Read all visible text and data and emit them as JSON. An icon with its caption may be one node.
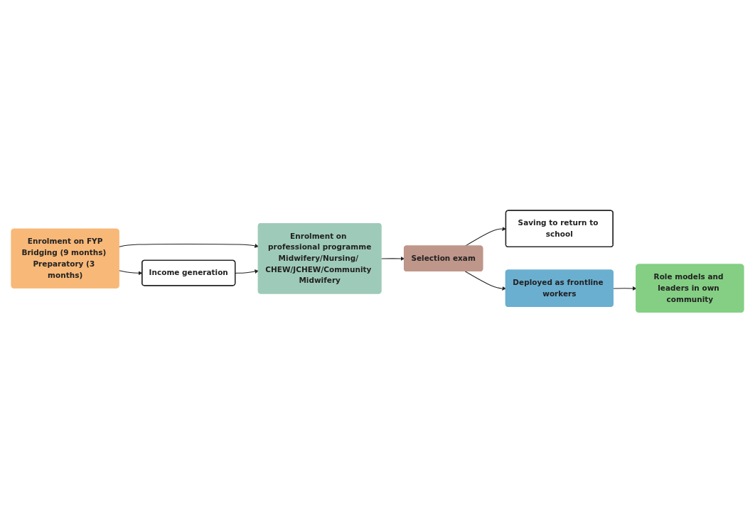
{
  "diagram": {
    "nodes": [
      {
        "text": [
          "Enrolment on FYP",
          "Bridging (9 months) Preparatory (3 months)"
        ]
      },
      {
        "text": [
          "Income generation"
        ]
      },
      {
        "text": [
          "Enrolment on professional programme",
          "Midwifery/Nursing/ CHEW/JCHEW/Community Midwifery"
        ]
      },
      {
        "text": [
          "Selection exam"
        ]
      },
      {
        "text": [
          "Saving to return to school"
        ]
      },
      {
        "text": [
          "Deployed as frontline workers"
        ]
      },
      {
        "text": [
          "Role models and leaders in own community"
        ]
      }
    ],
    "edges": [
      {
        "from": 0,
        "to": 1,
        "arrow": "to"
      },
      {
        "from": 0,
        "to": 2,
        "arrow": "to"
      },
      {
        "from": 1,
        "to": 2,
        "arrow": "to"
      },
      {
        "from": 2,
        "to": 3,
        "arrow": "to"
      },
      {
        "from": 3,
        "to": 4,
        "arrow": "to"
      },
      {
        "from": 3,
        "to": 5,
        "arrow": "to"
      },
      {
        "from": 5,
        "to": 6,
        "arrow": "to"
      }
    ]
  }
}
